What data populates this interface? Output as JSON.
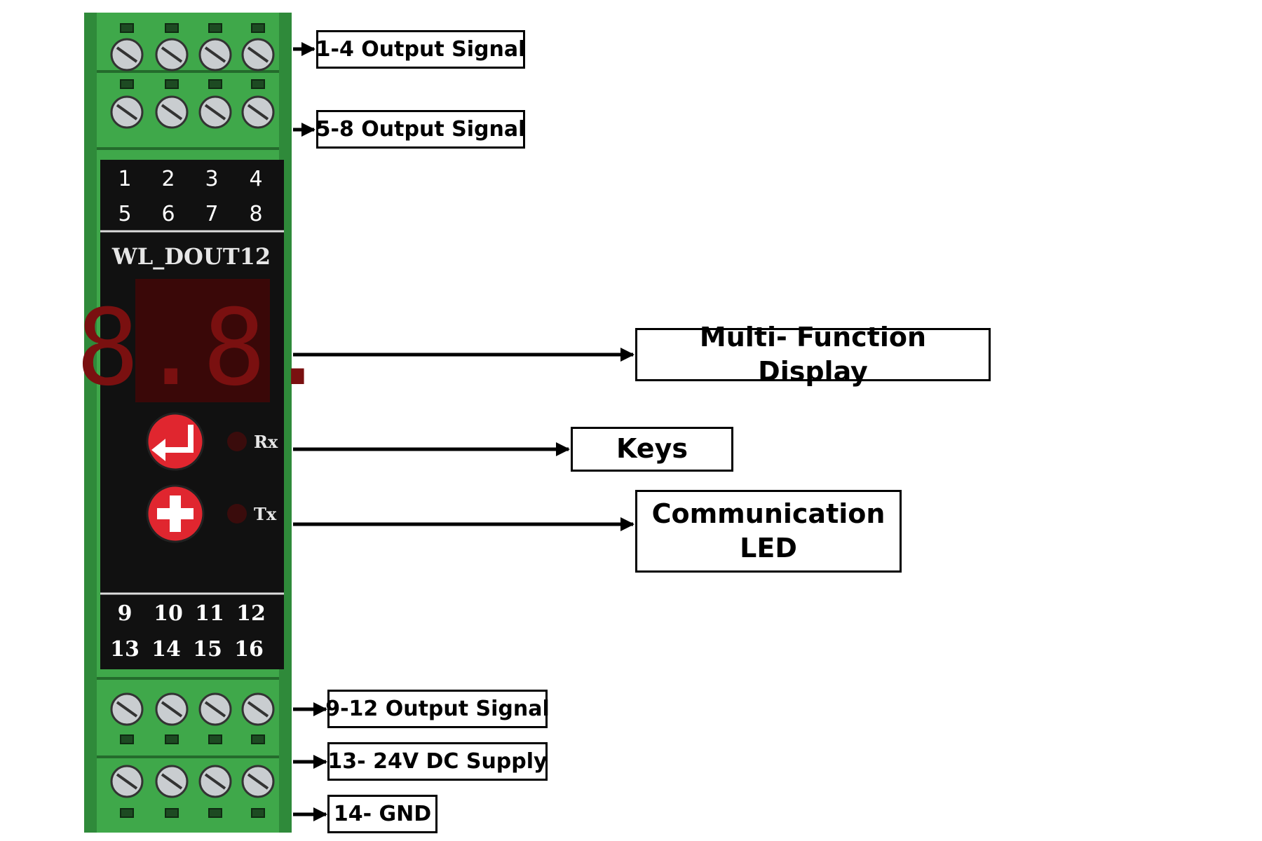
{
  "device": {
    "model": "WL_DOUT12",
    "top_numbers_row1": [
      "1",
      "2",
      "3",
      "4"
    ],
    "top_numbers_row2": [
      "5",
      "6",
      "7",
      "8"
    ],
    "bottom_numbers_row1": [
      "9",
      "10",
      "11",
      "12"
    ],
    "bottom_numbers_row2": [
      "13",
      "14",
      "15",
      "16"
    ],
    "display_digits": "8.8.",
    "led_rx": "Rx",
    "led_tx": "Tx",
    "key_enter_icon": "enter-arrow-icon",
    "key_plus_icon": "plus-icon"
  },
  "callouts": {
    "output_1_4": "1-4 Output Signal",
    "output_5_8": "5-8 Output Signal",
    "display": "Multi- Function Display",
    "keys": "Keys",
    "comm_led": "Communication LED",
    "output_9_12": "9-12 Output Signal",
    "supply": "13- 24V DC Supply",
    "gnd": "14- GND"
  },
  "colors": {
    "housing_green": "#3fa84a",
    "panel_black": "#111111",
    "segment_red": "#7a1010",
    "key_red": "#e0262f",
    "arrow_black": "#000000"
  }
}
